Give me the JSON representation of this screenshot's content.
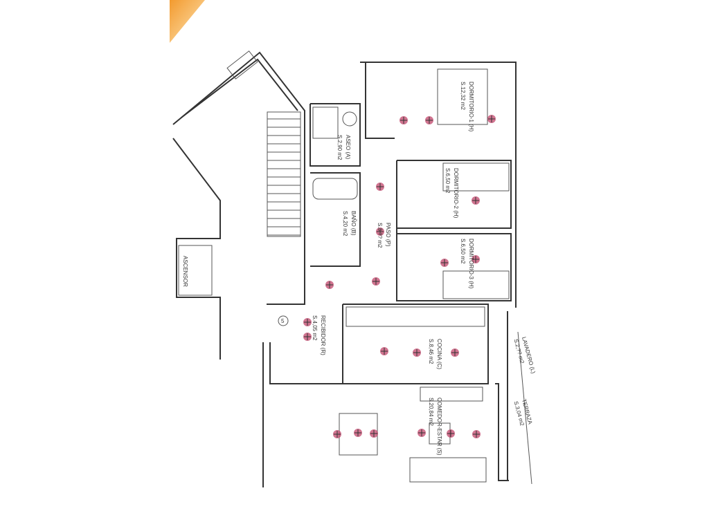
{
  "rooms": [
    {
      "name": "DORMITORIO-1 (H)",
      "area": "S.12,32 m2"
    },
    {
      "name": "ASEO (A)",
      "area": "S.2,90 m2"
    },
    {
      "name": "DORMITORIO-2 (H)",
      "area": "S.6,50 m2"
    },
    {
      "name": "BAÑO (B)",
      "area": "S.4,20 m2"
    },
    {
      "name": "PASO (P)",
      "area": "S.3,?? m2"
    },
    {
      "name": "DORMITORIO-3 (H)",
      "area": "S.6,50 m2"
    },
    {
      "name": "RECIBIDOR (R)",
      "area": "S.4,05 m2"
    },
    {
      "name": "COCINA (C)",
      "area": "S.8,46 m2"
    },
    {
      "name": "COMEDOR-ESTAR (S)",
      "area": "S.20,84 m2"
    },
    {
      "name": "LAVADERO (L)",
      "area": "S.2,?? m2"
    },
    {
      "name": "TERRAZA",
      "area": "S.3,04 m2"
    }
  ],
  "elevator": "ASCENSOR",
  "entrance_marker": "5",
  "colors": {
    "marker": "#c2456b",
    "corner": "#f5b04a"
  }
}
